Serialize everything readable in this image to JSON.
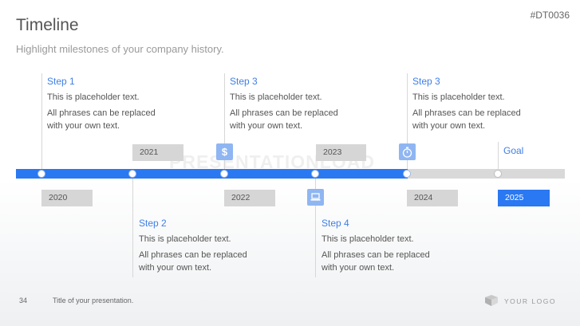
{
  "slide": {
    "title": "Timeline",
    "subtitle": "Highlight milestones of your company history.",
    "code": "#DT0036"
  },
  "steps": [
    {
      "title": "Step 1",
      "text1": "This is placeholder text.",
      "text2": "All phrases can be replaced",
      "text3": "with your own text."
    },
    {
      "title": "Step 2",
      "text1": "This is placeholder text.",
      "text2": "All phrases can be replaced",
      "text3": "with your own text."
    },
    {
      "title": "Step 3",
      "text1": "This is placeholder text.",
      "text2": "All phrases can be replaced",
      "text3": "with your own text."
    },
    {
      "title": "Step 4",
      "text1": "This is placeholder text.",
      "text2": "All phrases can be replaced",
      "text3": "with your own text."
    },
    {
      "title": "Step 3",
      "text1": "This is placeholder text.",
      "text2": "All phrases can be replaced",
      "text3": "with your own text."
    }
  ],
  "years": [
    "2020",
    "2021",
    "2022",
    "2023",
    "2024",
    "2025"
  ],
  "goal": "Goal",
  "watermark": "PRESENTATIONLOAD",
  "icons": {
    "milestone3": "dollar-icon",
    "milestone4": "laptop-icon",
    "milestone5": "stopwatch-icon"
  },
  "colors": {
    "accent": "#2a78f2",
    "icon_bg": "#8fb6f2",
    "inactive": "#d9d9d9"
  },
  "footer": {
    "page_number": "34",
    "text": "Title of your presentation.",
    "logo": "YOUR LOGO"
  }
}
